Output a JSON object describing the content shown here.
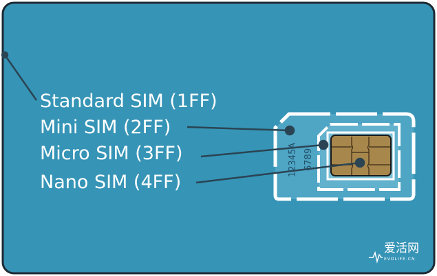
{
  "labels": {
    "standard": "Standard SIM (1FF)",
    "mini": "Mini SIM (2FF)",
    "micro": "Micro SIM (3FF)",
    "nano": "Nano SIM (4FF)"
  },
  "card_serial": [
    "12345A",
    "6789"
  ],
  "watermark": {
    "cn": "爱活网",
    "en": "EVOLIFE.CN"
  },
  "colors": {
    "card": "#3694b6",
    "border": "#1e2a33",
    "chip": "#a7874c",
    "pointer": "#2a4453"
  }
}
